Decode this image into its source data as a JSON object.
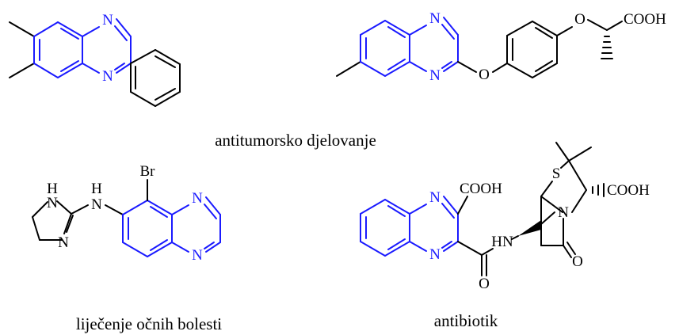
{
  "colors": {
    "quinoxaline": "#1a1aff",
    "bond": "#000000",
    "background": "#ffffff"
  },
  "captions": {
    "antitumor": "antitumorsko djelovanje",
    "eye": "liječenje očnih bolesti",
    "antibiotic": "antibiotik"
  },
  "structures": {
    "m1": {
      "n_top": "N",
      "n_bottom": "N"
    },
    "m2": {
      "n_top": "N",
      "n_bottom": "N",
      "o_link": "O",
      "o_ether": "O",
      "acid": "COOH"
    },
    "m3": {
      "n_top": "N",
      "n_bottom": "N",
      "h1": "H",
      "nh1": "N",
      "h2": "H",
      "nh2": "N",
      "n_ring": "N",
      "br": "Br"
    },
    "m4": {
      "n_top": "N",
      "n_bottom": "N",
      "acid1": "COOH",
      "nh": "HN",
      "o_amide": "O",
      "s": "S",
      "n_lactam": "N",
      "o_lactam": "O",
      "acid2": "COOH"
    }
  }
}
